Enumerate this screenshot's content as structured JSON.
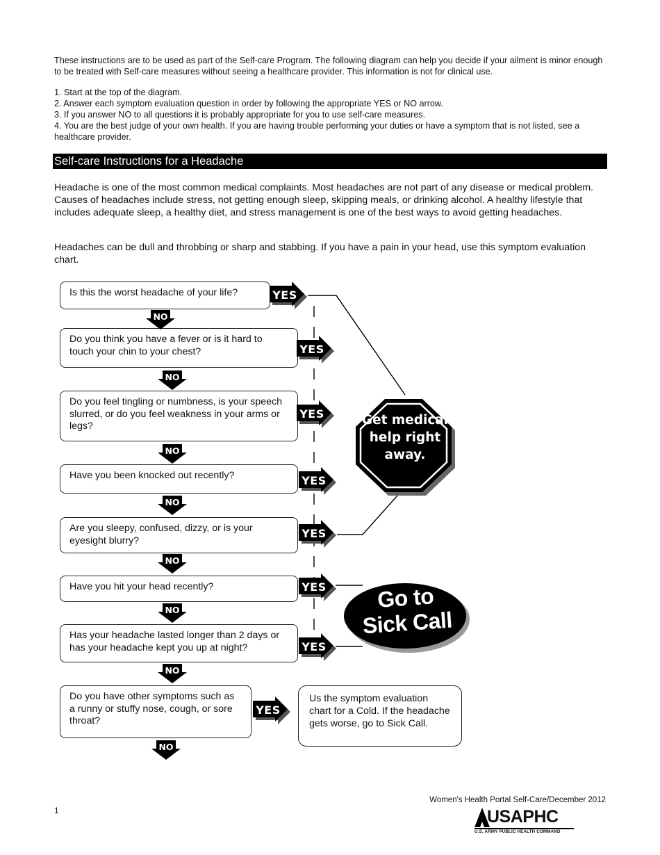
{
  "intro": "These instructions are to be used as part of the Self-care Program. The following diagram can help you decide if your ailment is minor enough to be treated with Self-care measures without seeing a healthcare provider. This information is not for clinical use.",
  "steps": [
    "1.  Start at the top of the diagram.",
    "2.  Answer each symptom evaluation question in order by following the appropriate YES or NO arrow.",
    "3.  If you answer NO to all questions it is probably appropriate for you to use self-care measures.",
    "4.  You are the best judge of your own health. If you are having trouble performing your duties or have a symptom that is not listed, see a healthcare provider."
  ],
  "section_title": "Self-care Instructions for a Headache",
  "paragraph_1": "Headache is one of the most common medical complaints.  Most headaches are not part of any disease or medical problem.  Causes of headaches include stress, not getting enough sleep, skipping meals, or drinking alcohol.  A healthy lifestyle that includes adequate sleep, a healthy diet, and stress management is one of the best ways to avoid getting headaches.",
  "paragraph_2": "Headaches can be dull and throbbing or sharp and stabbing.  If you have a pain in your head, use this symptom evaluation chart.",
  "questions": [
    "Is this the worst headache of your life?",
    "Do you think you have a fever or is it hard to touch your chin to your chest?",
    "Do you feel tingling or numbness, is your speech slurred, or do you feel weakness in your arms or legs?",
    "Have you been knocked out recently?",
    "Are you sleepy, confused, dizzy, or is your eyesight blurry?",
    "Have you hit your head recently?",
    "Has your headache lasted longer than 2 days or has your headache kept you up at night?",
    "Do you have other symptoms such as a runny or stuffy nose, cough, or sore throat?"
  ],
  "yes_label": "YES",
  "no_label": "NO",
  "stop_sign_text": "Get medical help right away.",
  "sick_call_line1": "Go to",
  "sick_call_line2": "Sick Call",
  "cold_result": "Us the symptom evaluation chart for a Cold.  If the headache gets worse, go to Sick Call.",
  "footer": "Women's Health Portal Self-Care/December 2012",
  "page_number": "1",
  "logo_name": "USAPHC",
  "logo_subtitle": "U.S. ARMY PUBLIC HEALTH COMMAND",
  "colors": {
    "ink": "#000000",
    "paper": "#ffffff"
  }
}
